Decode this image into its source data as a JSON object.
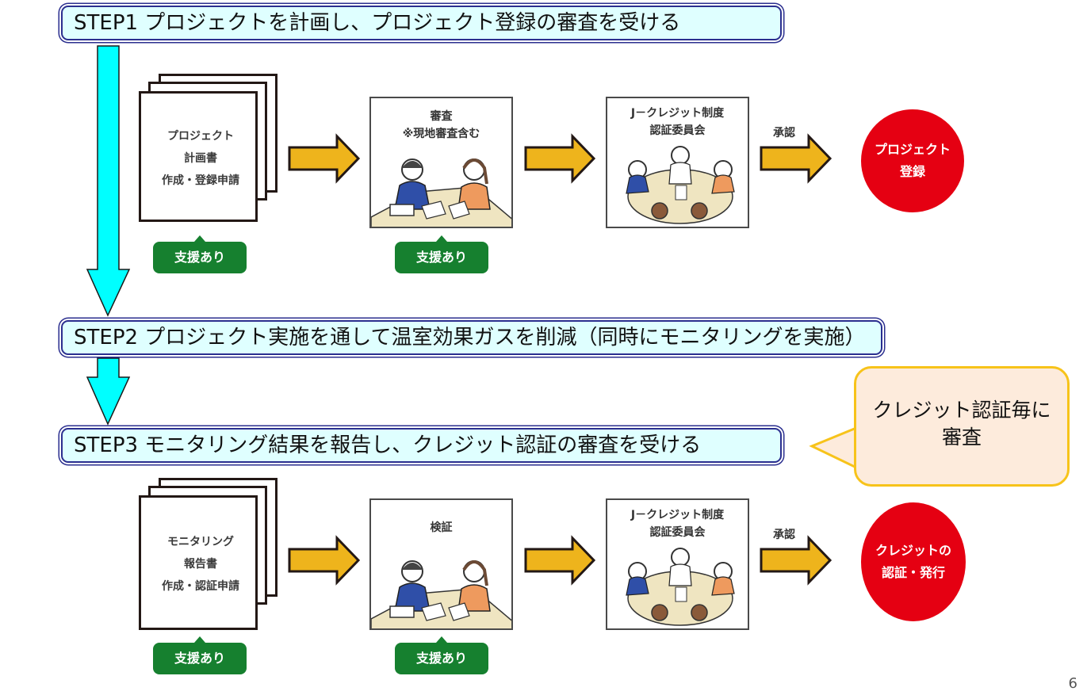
{
  "steps": [
    {
      "label": "STEP1 プロジェクトを計画し、プロジェクト登録の審査を受ける"
    },
    {
      "label": "STEP2 プロジェクト実施を通して温室効果ガスを削減（同時にモニタリングを実施）"
    },
    {
      "label": "STEP3 モニタリング結果を報告し、クレジット認証の審査を受ける"
    }
  ],
  "row1": {
    "document": {
      "lines": [
        "プロジェクト",
        "計画書",
        "作成・登録申請"
      ]
    },
    "review": {
      "lines": [
        "審査",
        "※現地審査含む"
      ]
    },
    "committee": {
      "lines": [
        "J－クレジット制度",
        "認証委員会"
      ]
    },
    "approve_label": "承認",
    "result": {
      "lines": [
        "プロジェクト",
        "登録"
      ]
    },
    "support_badges": [
      "支援あり",
      "支援あり"
    ]
  },
  "row2": {
    "document": {
      "lines": [
        "モニタリング",
        "報告書",
        "作成・認証申請"
      ]
    },
    "review": {
      "lines": [
        "検証"
      ]
    },
    "committee": {
      "lines": [
        "J－クレジット制度",
        "認証委員会"
      ]
    },
    "approve_label": "承認",
    "result": {
      "lines": [
        "クレジットの",
        "認証・発行"
      ]
    },
    "support_badges": [
      "支援あり",
      "支援あり"
    ]
  },
  "callout": {
    "lines": [
      "クレジット認証毎に",
      "審査"
    ]
  },
  "colors": {
    "step_bar_fill": "#dfffff",
    "step_bar_border": "#2b2f8f",
    "down_arrow": "#00ffff",
    "flow_arrow": "#eeb41c",
    "support_badge": "#16802f",
    "result_circle": "#e50012",
    "callout_fill": "#fdebdc",
    "callout_border": "#f7c31a"
  },
  "page_number": "6"
}
